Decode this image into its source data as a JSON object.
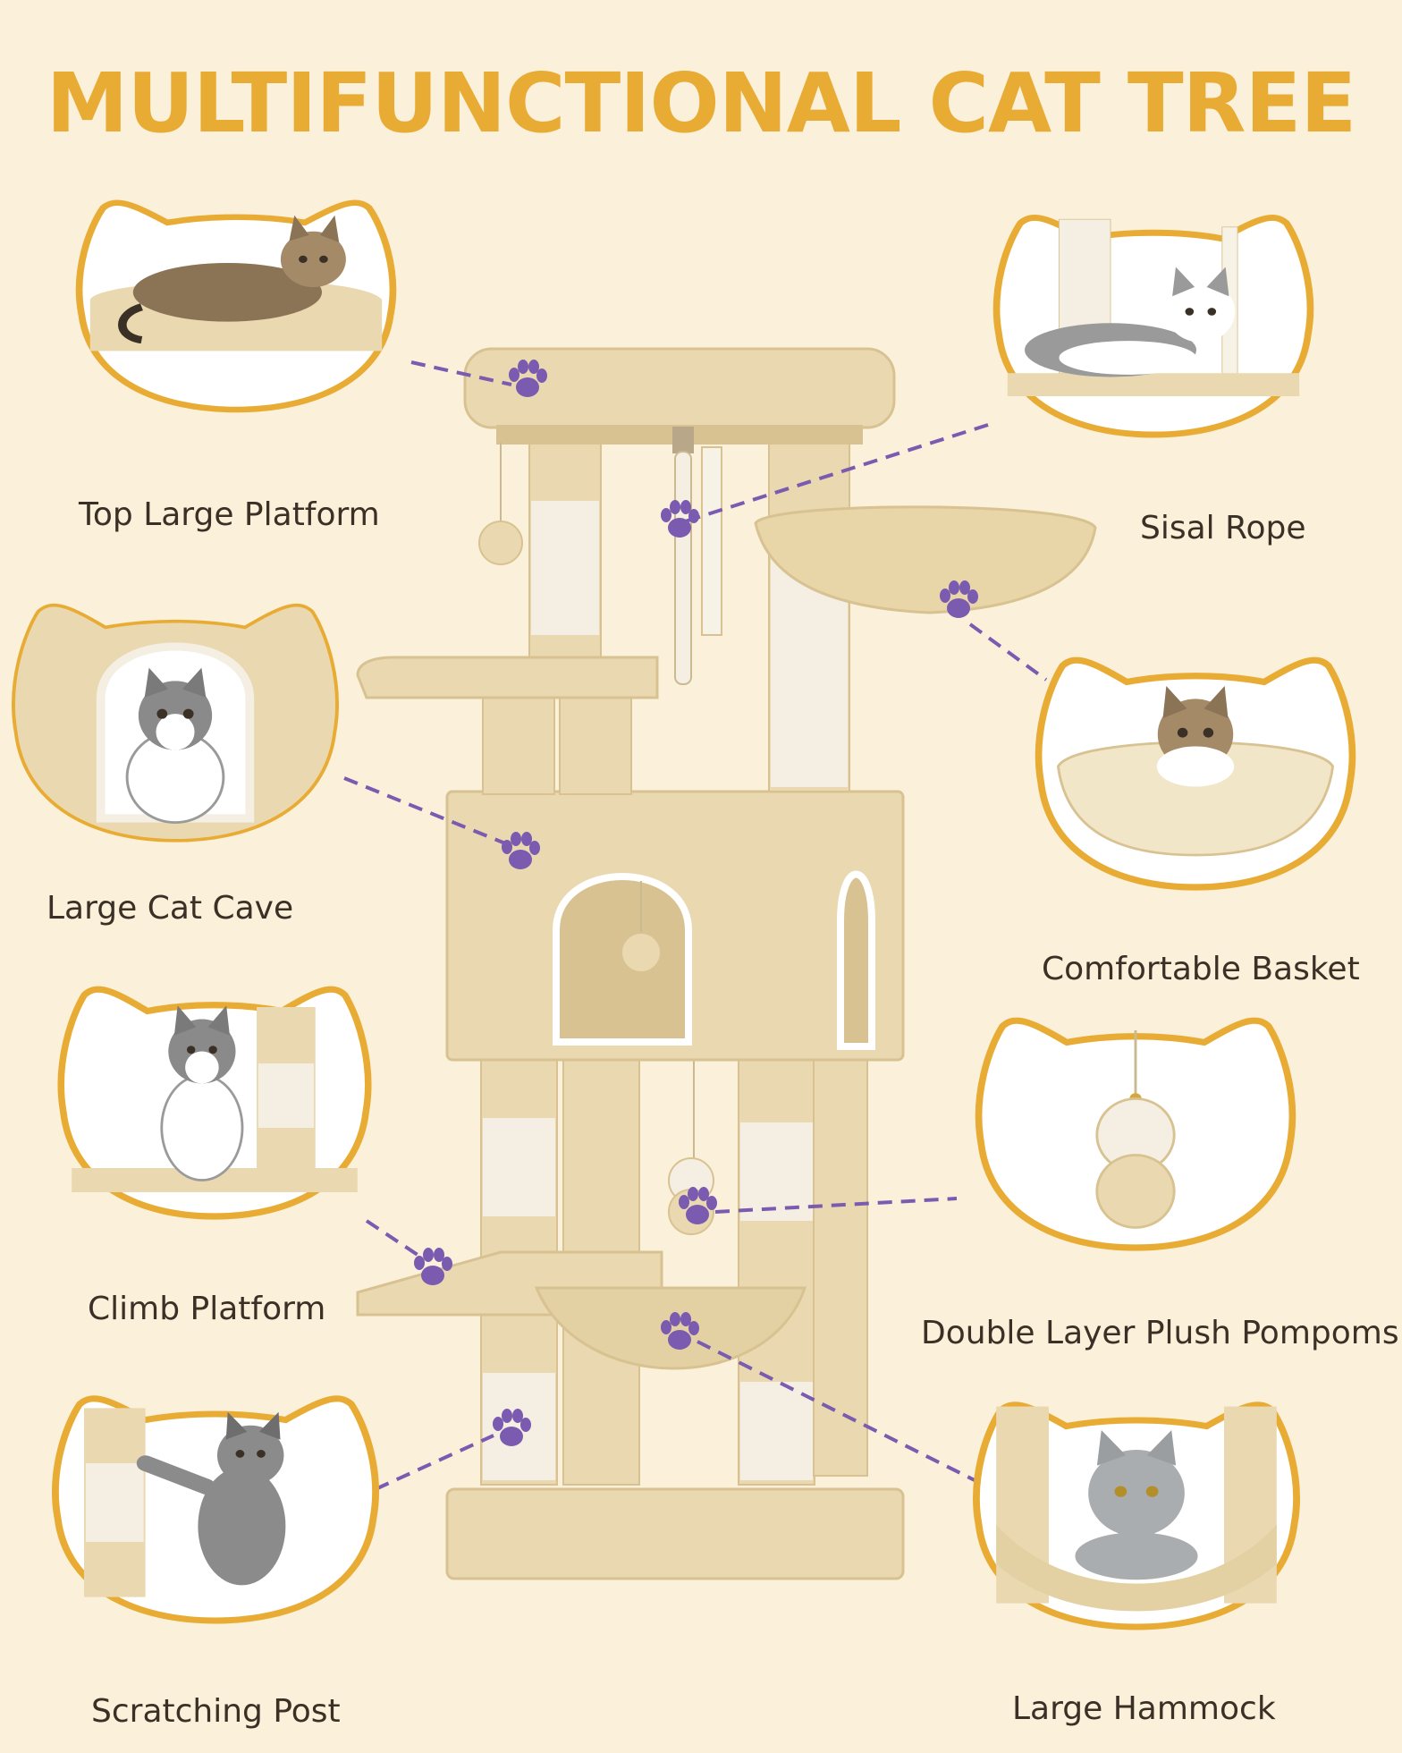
{
  "title": "MULTIFUNCTIONAL CAT TREE",
  "colors": {
    "background": "#fbf0da",
    "title": "#e8ac35",
    "badge_border": "#e8ac35",
    "badge_fill": "#ffffff",
    "plush": "#ead9b0",
    "plush_dark": "#d8c291",
    "sisal": "#f4efe2",
    "connector": "#7a5bb0",
    "paw": "#7a5bb0",
    "label_text": "#3b3026"
  },
  "features": [
    {
      "key": "top_platform",
      "label": "Top Large Platform",
      "icon": "tabby-cat-lying-icon"
    },
    {
      "key": "sisal_rope",
      "label": "Sisal Rope",
      "icon": "white-grey-cat-icon"
    },
    {
      "key": "cat_cave",
      "label": "Large Cat Cave",
      "icon": "kitten-in-cave-icon"
    },
    {
      "key": "basket",
      "label": "Comfortable Basket",
      "icon": "kitten-in-basket-icon"
    },
    {
      "key": "climb_platform",
      "label": "Climb Platform",
      "icon": "sitting-kitten-icon"
    },
    {
      "key": "pompoms",
      "label": "Double Layer Plush Pompoms",
      "icon": "pompom-icon"
    },
    {
      "key": "scratching_post",
      "label": "Scratching Post",
      "icon": "scratching-kitten-icon"
    },
    {
      "key": "hammock",
      "label": "Large Hammock",
      "icon": "grey-cat-in-hammock-icon"
    }
  ]
}
